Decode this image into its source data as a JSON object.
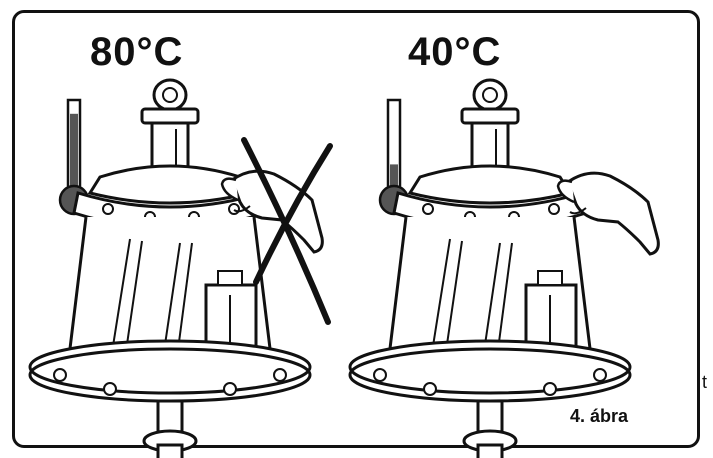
{
  "panels": [
    {
      "temperature": "80°C",
      "thermometer_fill": 0.85,
      "crossed_out": true
    },
    {
      "temperature": "40°C",
      "thermometer_fill": 0.3,
      "crossed_out": false
    }
  ],
  "caption": "4. ábra",
  "stray_char": "t",
  "colors": {
    "ink": "#111111",
    "background": "#ffffff",
    "thermo_fill": "#555555"
  }
}
